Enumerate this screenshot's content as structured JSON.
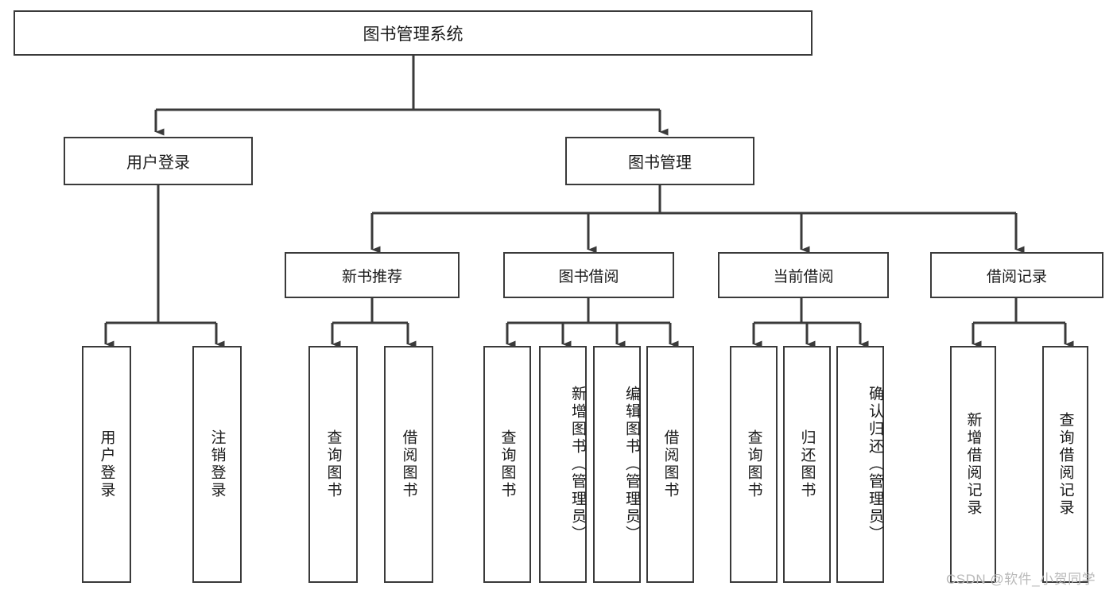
{
  "diagram": {
    "type": "tree-hierarchy",
    "title": "图书管理系统",
    "watermark": "CSDN @软件_小贺同学",
    "colors": {
      "stroke": "#3a3a3a",
      "box_fill": "#ffffff",
      "text": "#1a1a1a",
      "background": "#ffffff",
      "watermark": "#b9b9b9"
    },
    "nodes": {
      "root": {
        "label": "图书管理系统"
      },
      "level1": [
        {
          "label": "用户登录"
        },
        {
          "label": "图书管理"
        }
      ],
      "level2": [
        {
          "label": "新书推荐"
        },
        {
          "label": "图书借阅"
        },
        {
          "label": "当前借阅"
        },
        {
          "label": "借阅记录"
        }
      ],
      "leaves": {
        "user_login": [
          {
            "label": "用户登录"
          },
          {
            "label": "注销登录"
          }
        ],
        "new_book_recommend": [
          {
            "label": "查询图书"
          },
          {
            "label": "借阅图书"
          }
        ],
        "book_borrow": [
          {
            "label": "查询图书"
          },
          {
            "label": "新增图书（管理员）"
          },
          {
            "label": "编辑图书（管理员）"
          },
          {
            "label": "借阅图书"
          }
        ],
        "current_borrow": [
          {
            "label": "查询图书"
          },
          {
            "label": "归还图书"
          },
          {
            "label": "确认归还（管理员）"
          }
        ],
        "borrow_record": [
          {
            "label": "新增借阅记录"
          },
          {
            "label": "查询借阅记录"
          }
        ]
      }
    }
  }
}
